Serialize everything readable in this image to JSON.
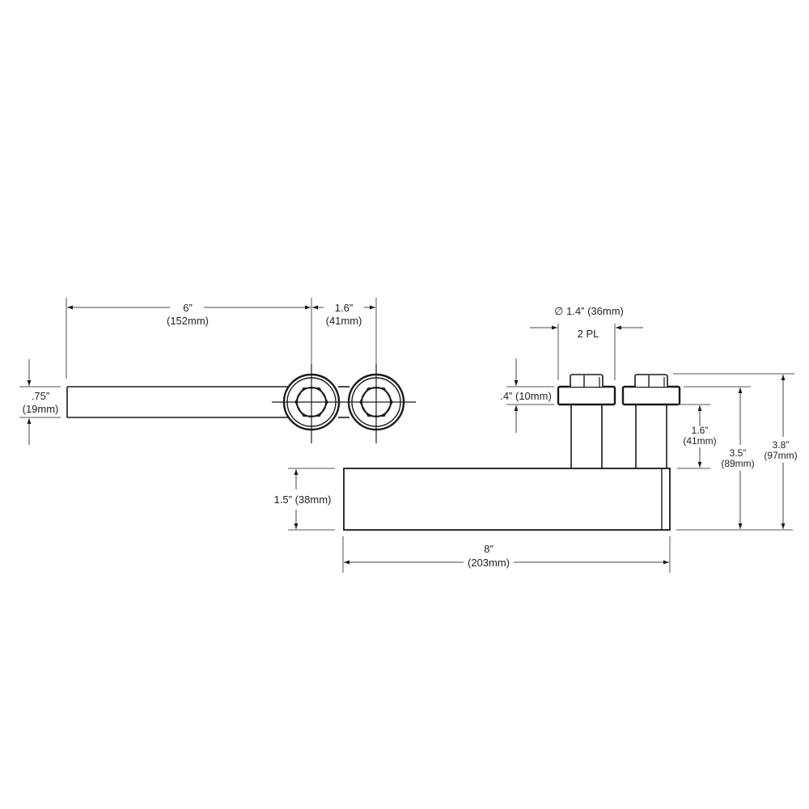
{
  "drawing": {
    "title": "Bus bar with two stud terminals - dimensional drawing",
    "colors": {
      "outline": "#1a1a1a",
      "dimension": "#444444",
      "background": "#ffffff"
    }
  },
  "top_view": {
    "overall_length": {
      "imperial": "6”",
      "metric": "(152mm)"
    },
    "stud_spacing": {
      "imperial": "1.6”",
      "metric": "(41mm)"
    },
    "bar_width": {
      "imperial": ".75”",
      "metric": "(19mm)"
    }
  },
  "side_view": {
    "stud_diameter": {
      "label": "∅ 1.4” (36mm)",
      "note": "2 PL"
    },
    "washer_thickness": {
      "label": ".4” (10mm)"
    },
    "shaft_height": {
      "imperial": "1.6”",
      "metric": "(41mm)"
    },
    "height_to_washer": {
      "imperial": "3.5”",
      "metric": "(89mm)"
    },
    "overall_height": {
      "imperial": "3.8”",
      "metric": "(97mm)"
    },
    "base_height": {
      "label": "1.5” (38mm)"
    },
    "base_length": {
      "imperial": "8”",
      "metric": "(203mm)"
    }
  }
}
